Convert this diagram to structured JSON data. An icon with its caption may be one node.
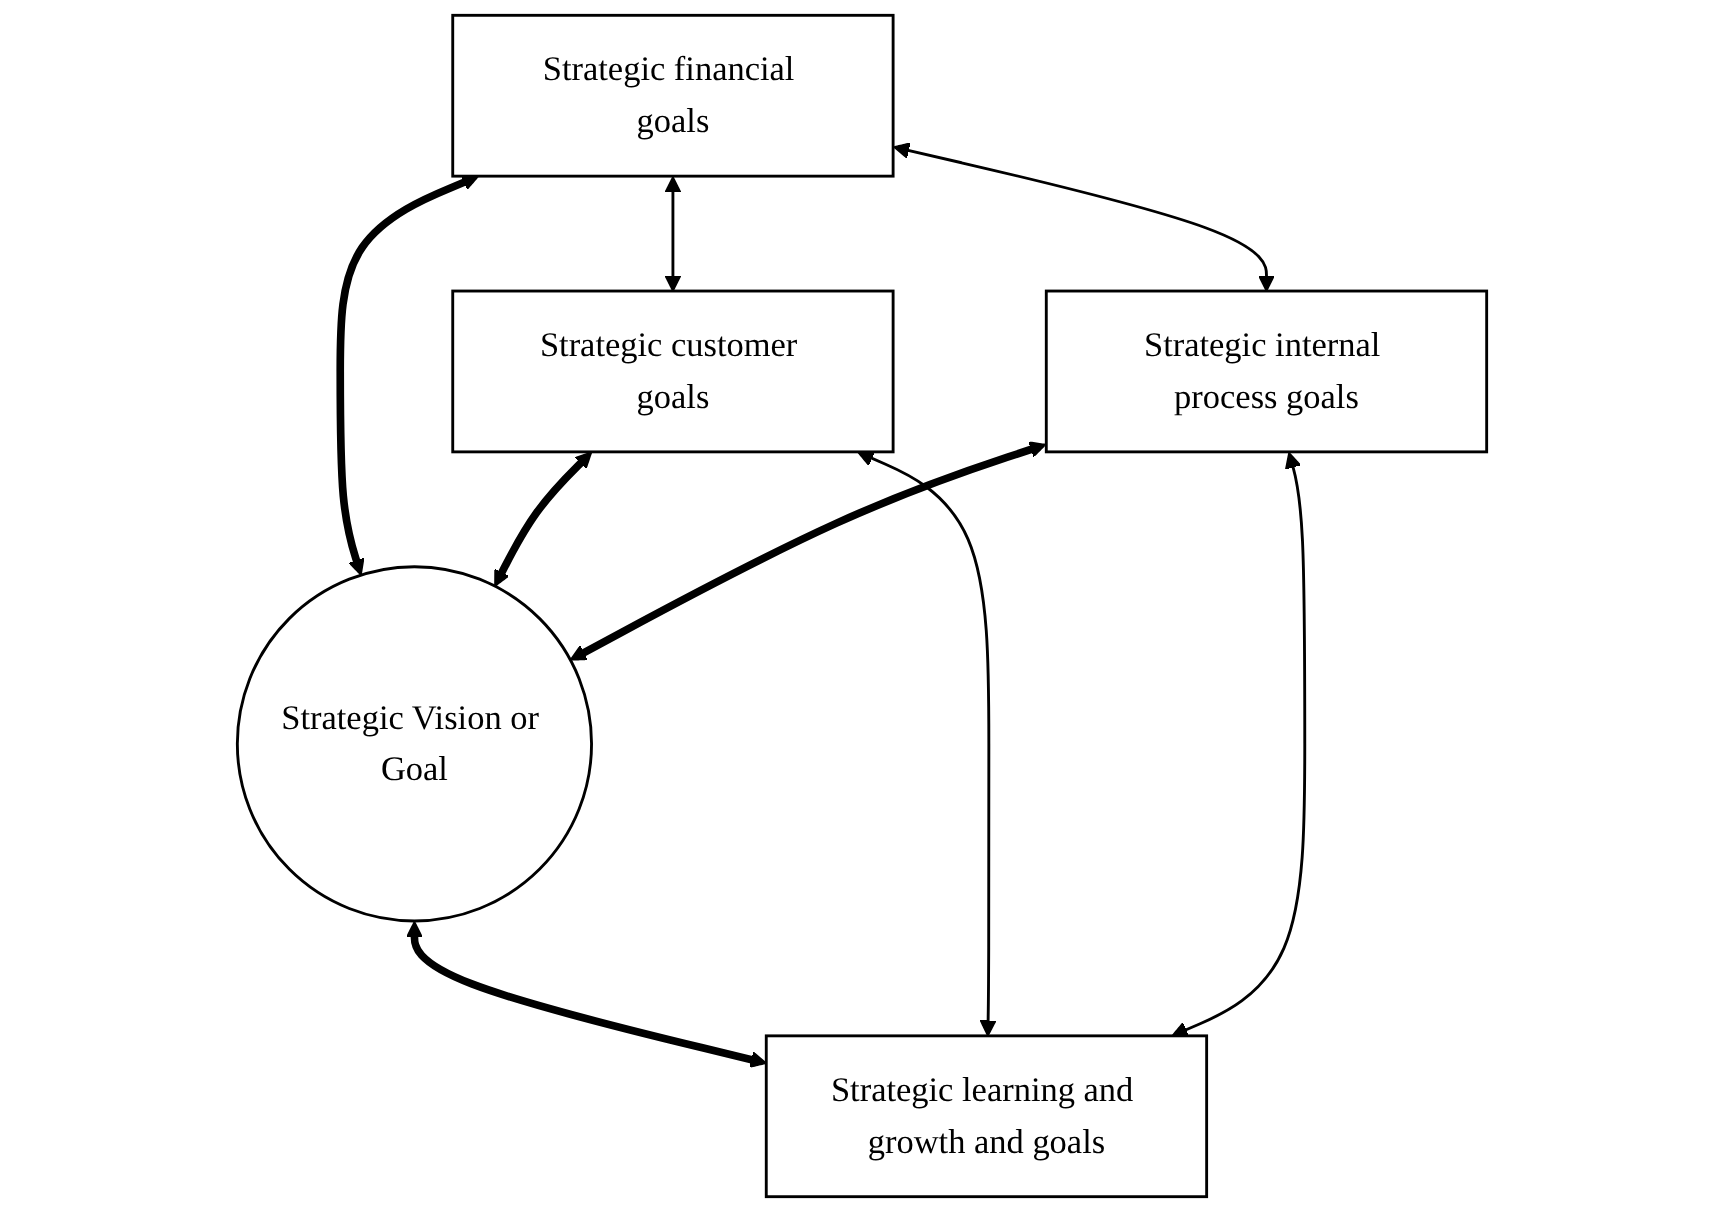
{
  "diagram": {
    "nodes": [
      {
        "text": [
          "Strategic financial goals"
        ]
      },
      {
        "text": [
          "Strategic customer goals"
        ]
      },
      {
        "text": [
          "Strategic Vision or Goal"
        ]
      },
      {
        "text": [
          "Strategic internal process goals"
        ]
      },
      {
        "text": [
          "Strategic learning and growth and goals"
        ]
      }
    ],
    "edges": [
      {
        "from": 0,
        "to": 1,
        "arrow": "both"
      },
      {
        "from": 0,
        "to": 3,
        "arrow": "both"
      },
      {
        "from": 0,
        "to": 2,
        "arrow": "both",
        "style": "thick"
      },
      {
        "from": 1,
        "to": 2,
        "arrow": "both",
        "style": "thick"
      },
      {
        "from": 3,
        "to": 2,
        "arrow": "both",
        "style": "thick"
      },
      {
        "from": 2,
        "to": 4,
        "arrow": "both",
        "style": "thick"
      },
      {
        "from": 1,
        "to": 4,
        "arrow": "both"
      },
      {
        "from": 3,
        "to": 4,
        "arrow": "both"
      }
    ]
  }
}
